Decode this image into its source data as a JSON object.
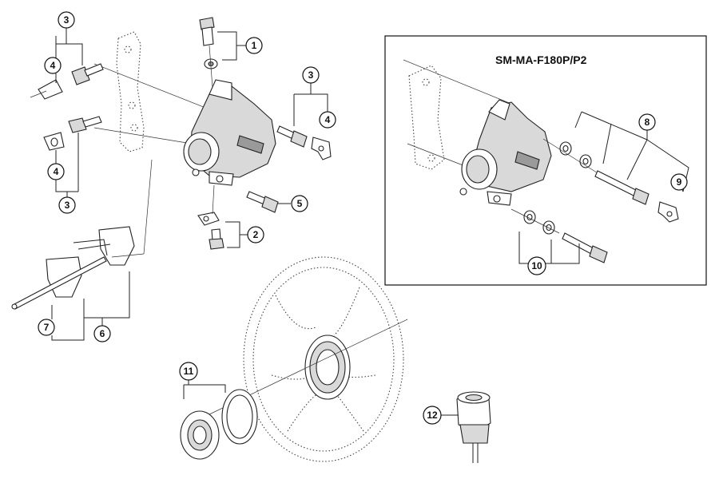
{
  "inset": {
    "title": "SM-MA-F180P/P2"
  },
  "callouts": [
    {
      "id": "c1",
      "label": "1"
    },
    {
      "id": "c2",
      "label": "2"
    },
    {
      "id": "c3a",
      "label": "3"
    },
    {
      "id": "c3b",
      "label": "3"
    },
    {
      "id": "c3c",
      "label": "3"
    },
    {
      "id": "c4a",
      "label": "4"
    },
    {
      "id": "c4b",
      "label": "4"
    },
    {
      "id": "c4c",
      "label": "4"
    },
    {
      "id": "c5",
      "label": "5"
    },
    {
      "id": "c6",
      "label": "6"
    },
    {
      "id": "c7",
      "label": "7"
    },
    {
      "id": "c8",
      "label": "8"
    },
    {
      "id": "c9",
      "label": "9"
    },
    {
      "id": "c10",
      "label": "10"
    },
    {
      "id": "c11",
      "label": "11"
    },
    {
      "id": "c12",
      "label": "12"
    }
  ]
}
